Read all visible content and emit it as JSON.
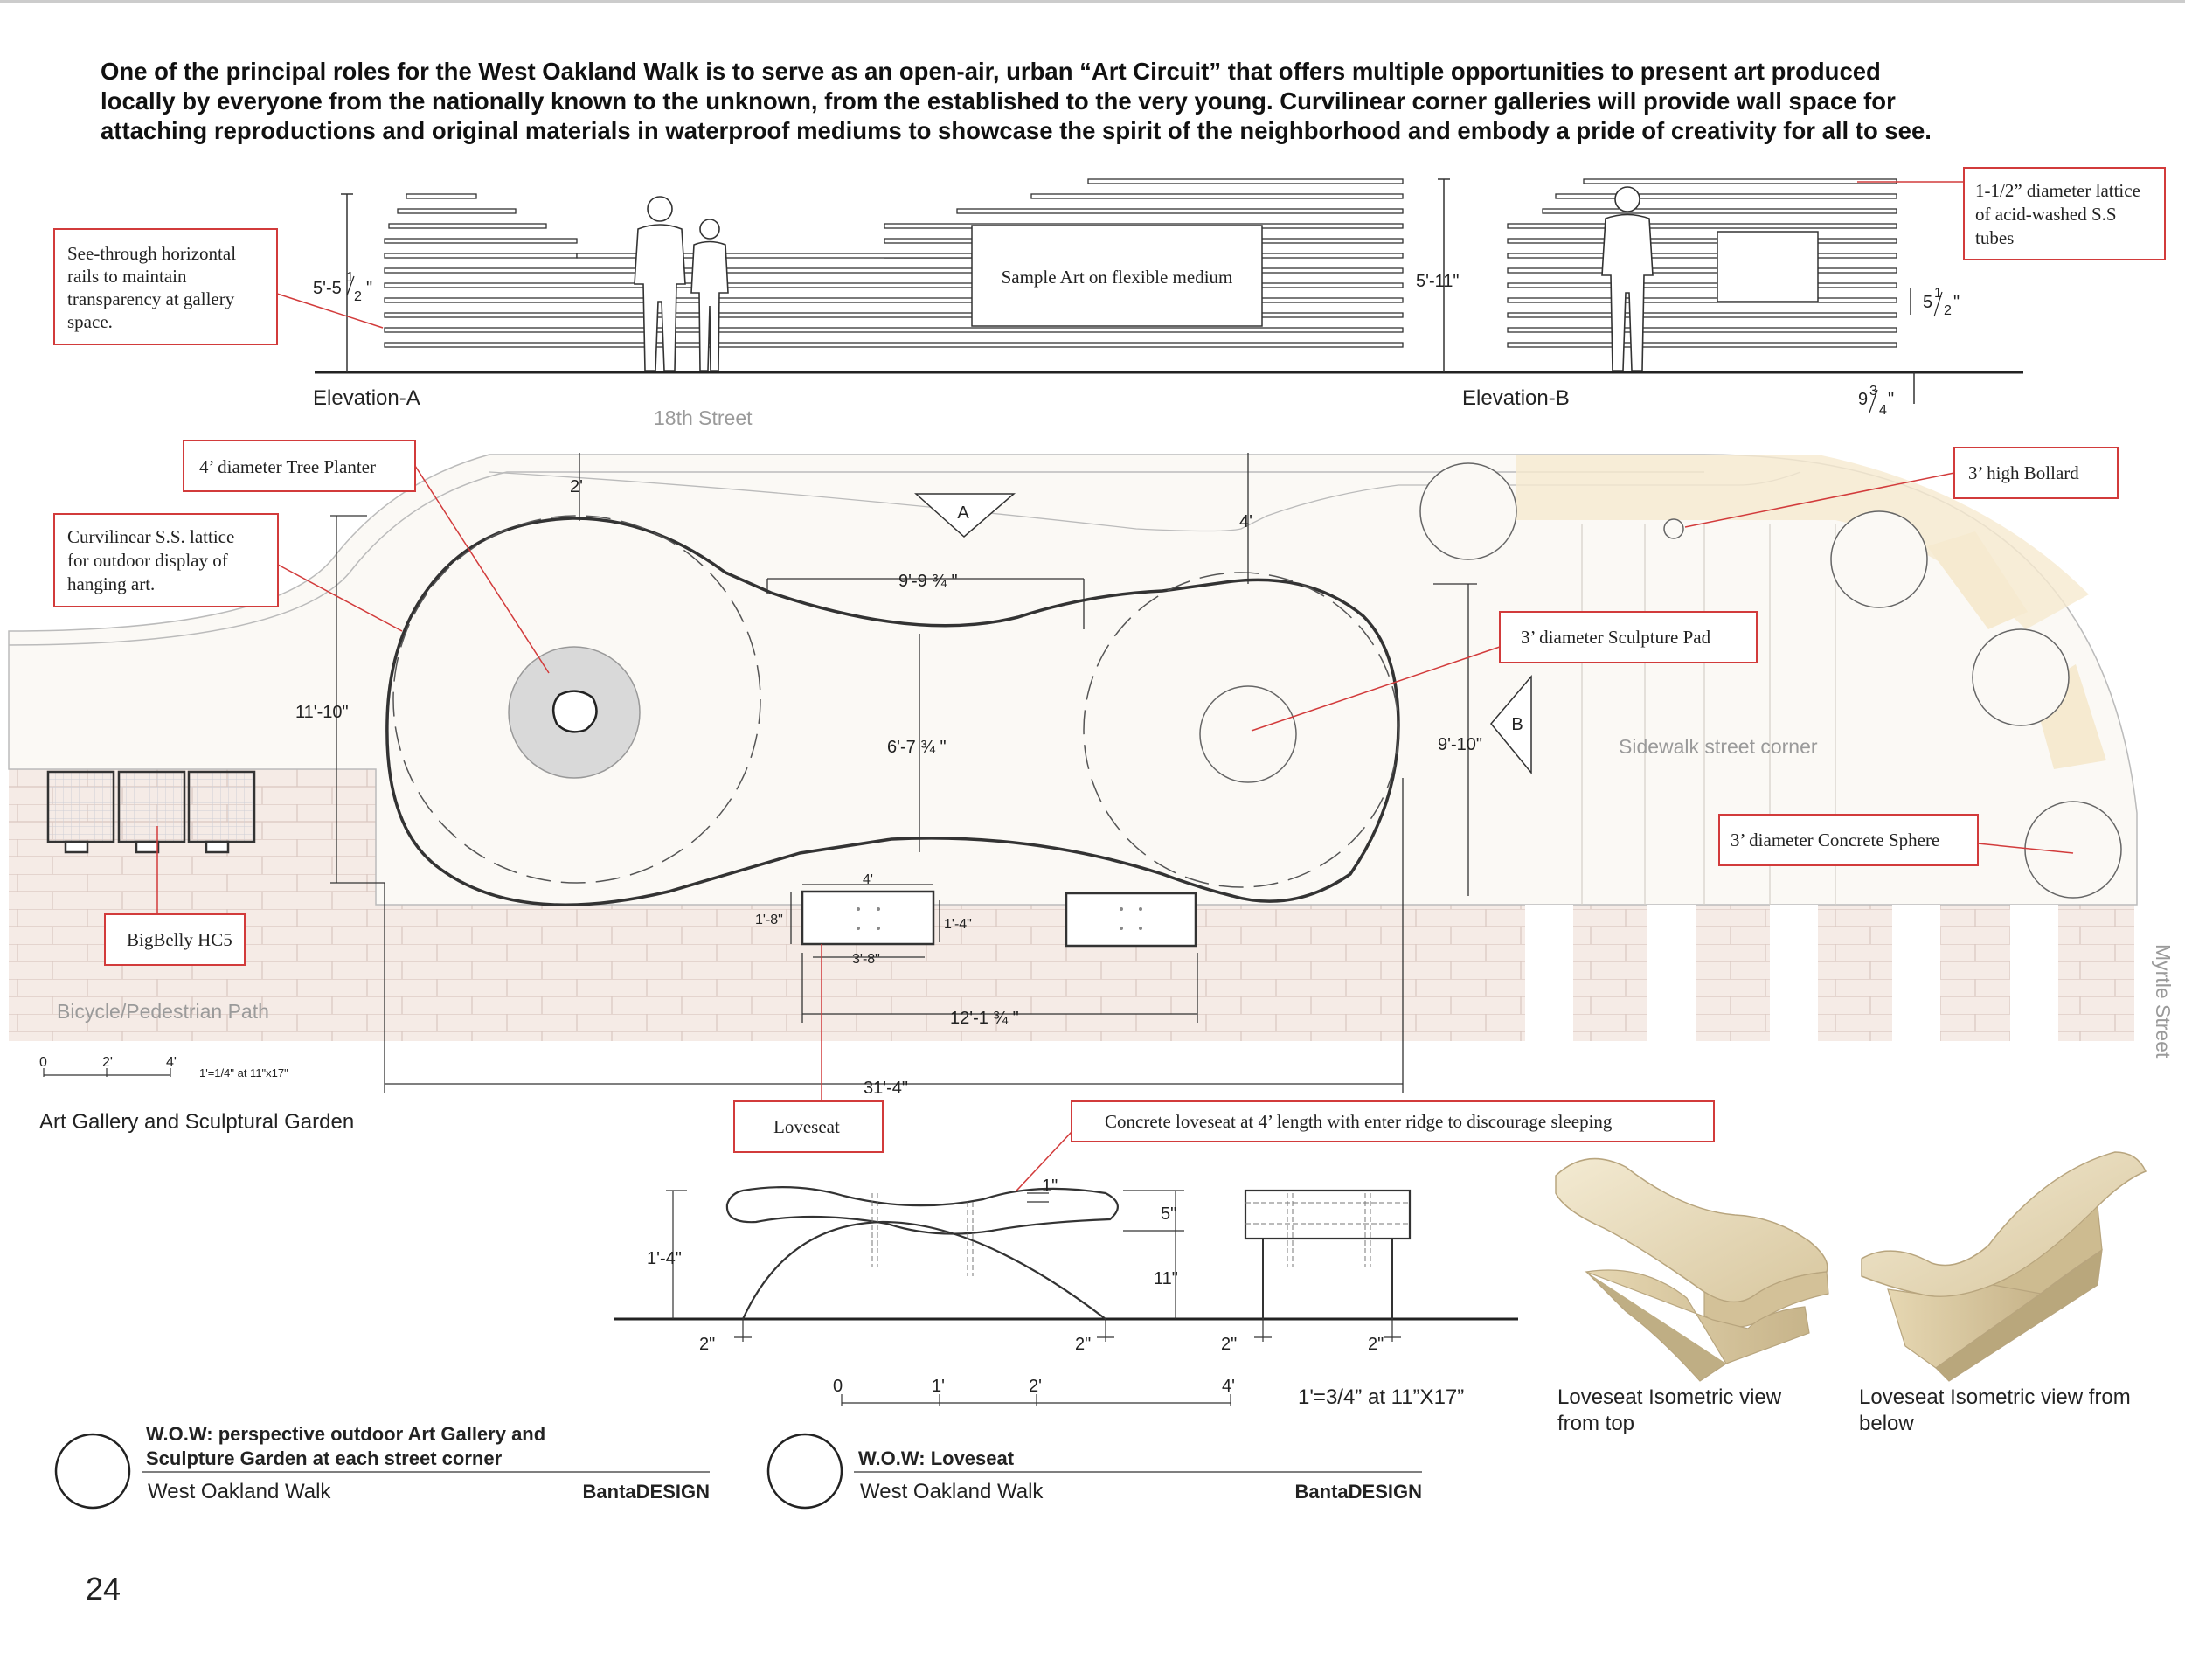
{
  "intro": {
    "line1": "One of the principal roles for the West Oakland Walk is to serve as an open-air, urban “Art Circuit” that offers multiple opportunities to present art produced",
    "line2": "locally by everyone from the nationally known to the unknown, from the established to the very young. Curvilinear corner galleries will provide wall space for",
    "line3": "attaching reproductions and original materials in waterproof mediums to showcase the spirit of the neighborhood and embody a pride of creativity for all to see."
  },
  "elevation_a": {
    "title": "Elevation-A",
    "height_left": "5'-5",
    "height_right": "5'-11\"",
    "art_label": "Sample Art on flexible medium"
  },
  "elevation_b": {
    "title": "Elevation-B",
    "dim_top": "5",
    "dim_bottom": "9"
  },
  "callouts": {
    "rails": [
      "See-through horizontal",
      "rails to maintain",
      "transparency at gallery",
      "space."
    ],
    "lattice_tubes": [
      "1-1/2” diameter lattice",
      "of acid-washed S.S",
      "tubes"
    ],
    "tree_planter": "4’ diameter Tree Planter",
    "curvilinear": [
      "Curvilinear S.S. lattice",
      "for outdoor display of",
      "hanging art."
    ],
    "bollard": "3’ high Bollard",
    "sculpture_pad": "3’ diameter Sculpture Pad",
    "concrete_sphere": "3’ diameter Concrete Sphere",
    "bigbelly": "BigBelly HC5",
    "loveseat": "Loveseat",
    "concrete_loveseat": "Concrete loveseat at 4’ length with enter ridge to discourage sleeping"
  },
  "plan": {
    "street_18th": "18th Street",
    "myrtle": "Myrtle Street",
    "sidewalk_corner": "Sidewalk street corner",
    "bike_path": "Bicycle/Pedestrian Path",
    "marker_a": "A",
    "marker_b": "B",
    "dims": {
      "d_2": "2'",
      "d_4": "4'",
      "d_9_9": "9'-9 ¾ \"",
      "d_11_10": "11'-10\"",
      "d_6_7": "6'-7 ¾ \"",
      "d_9_10": "9'-10\"",
      "d_4b": "4'",
      "d_1_8": "1'-8\"",
      "d_1_4": "1'-4\"",
      "d_3_8": "3'-8\"",
      "d_12_1": "12'-1 ¾ \"",
      "d_31_4": "31'-4\""
    },
    "scale_ticks": [
      "0",
      "2'",
      "4'"
    ],
    "scale_note": "1'=1/4\" at 11\"x17\"",
    "title": "Art Gallery and Sculptural Garden"
  },
  "loveseat_detail": {
    "d_1": "1\"",
    "d_5": "5\"",
    "d_11": "11\"",
    "d_1_4": "1'-4\"",
    "d_2a": "2\"",
    "d_2b": "2\"",
    "d_2c": "2\"",
    "d_2d": "2\"",
    "scale_ticks": [
      "0",
      "1'",
      "2'",
      "4'"
    ],
    "scale_note": "1'=3/4” at 11”X17”",
    "iso_top": [
      "Loveseat Isometric view",
      "from top"
    ],
    "iso_below": [
      "Loveseat Isometric view from",
      "below"
    ]
  },
  "title_blocks": [
    {
      "title_line1": "W.O.W: perspective outdoor Art Gallery and",
      "title_line2": "Sculpture Garden at each street corner",
      "project": "West Oakland Walk",
      "firm": "BantaDESIGN"
    },
    {
      "title_line1": "W.O.W: Loveseat",
      "title_line2": "",
      "project": "West Oakland Walk",
      "firm": "BantaDESIGN"
    }
  ],
  "page_number": "24",
  "colors": {
    "callout_red": "#d23b3b",
    "paving_pink": "#f5ebe6",
    "sidewalk": "#fbf9f5",
    "tan": "#f6ead0",
    "loveseat_beige": "#e8dcbc"
  }
}
